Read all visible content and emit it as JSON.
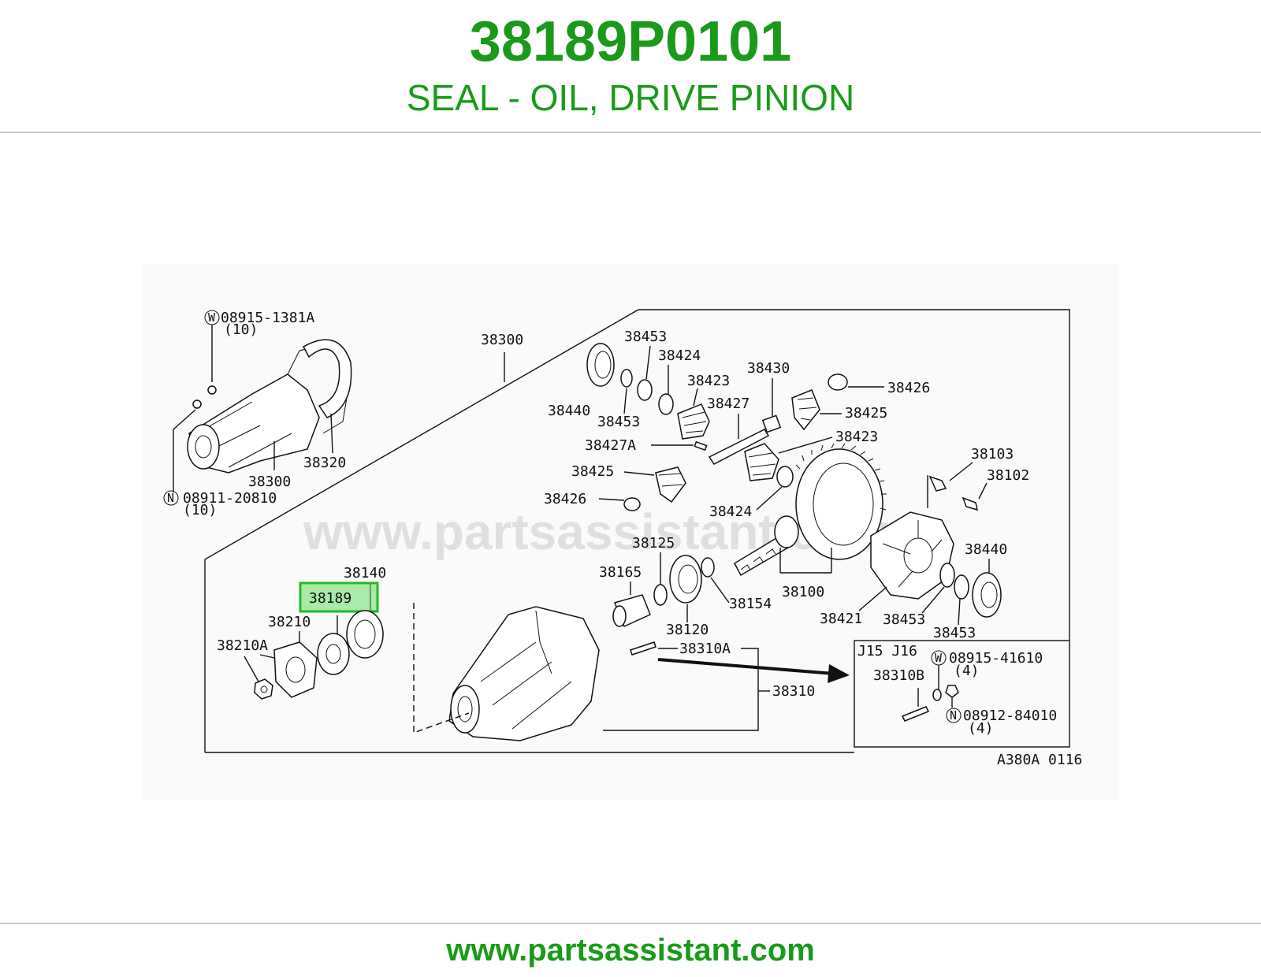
{
  "header": {
    "part_number": "38189P0101",
    "description": "SEAL - OIL, DRIVE PINION"
  },
  "footer": {
    "url": "www.partsassistant.com"
  },
  "diagram": {
    "watermark": "www.partsassistant.com",
    "diagram_code": "A380A 0116",
    "highlighted_part": "38189",
    "inset_title": "J15 J16",
    "labels": {
      "w_08915_1381A": "08915-1381A",
      "qty_10_a": "(10)",
      "c38300_top": "38300",
      "c38320": "38320",
      "c38300_left": "38300",
      "n_08911_20810": "08911-20810",
      "qty_10_b": "(10)",
      "c38453_a": "38453",
      "c38424_a": "38424",
      "c38423_a": "38423",
      "c38430": "38430",
      "c38426_a": "38426",
      "c38440_a": "38440",
      "c38453_b": "38453",
      "c38427": "38427",
      "c38425_a": "38425",
      "c38427A": "38427A",
      "c38423_b": "38423",
      "c38103": "38103",
      "c38425_b": "38425",
      "c38102": "38102",
      "c38426_b": "38426",
      "c38424_b": "38424",
      "c38125": "38125",
      "c38440_b": "38440",
      "c38140": "38140",
      "c38165": "38165",
      "c38189": "38189",
      "c38210": "38210",
      "c38154": "38154",
      "c38100": "38100",
      "c38421": "38421",
      "c38453_c": "38453",
      "c38453_d": "38453",
      "c38210A": "38210A",
      "c38120": "38120",
      "c38310A": "38310A",
      "c38310": "38310",
      "w_08915_41610": "08915-41610",
      "qty_4_a": "(4)",
      "c38310B": "38310B",
      "n_08912_84010": "08912-84010",
      "qty_4_b": "(4)",
      "w_symbol": "W",
      "n_symbol": "N"
    }
  }
}
